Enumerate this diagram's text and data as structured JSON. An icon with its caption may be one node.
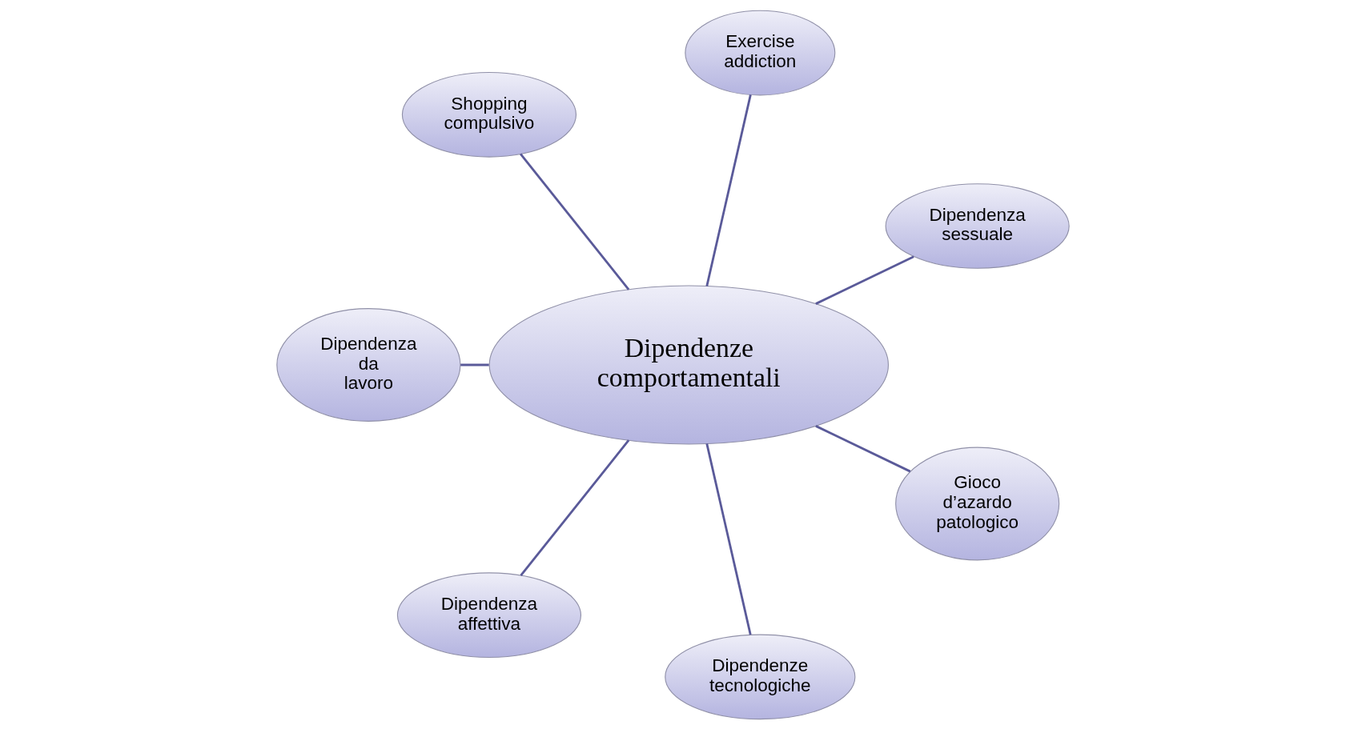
{
  "diagram": {
    "nodes": [
      {
        "text": [
          "Dipendenza sessuale"
        ]
      },
      {
        "text": [
          "Exercise addiction"
        ]
      },
      {
        "text": [
          "Shopping compulsivo"
        ]
      },
      {
        "text": [
          "Dipendenze comportamentali"
        ]
      },
      {
        "text": [
          "Dipendenza da lavoro"
        ]
      },
      {
        "text": [
          "Dipendenza affettiva"
        ]
      },
      {
        "text": [
          "Dipendenze tecnologiche"
        ]
      },
      {
        "text": [
          "Gioco d’azardo patologico"
        ]
      }
    ],
    "edges": [
      {
        "from": 3,
        "to": 0,
        "arrow": "none"
      },
      {
        "from": 3,
        "to": 1,
        "arrow": "none"
      },
      {
        "from": 3,
        "to": 2,
        "arrow": "none"
      },
      {
        "from": 3,
        "to": 4,
        "arrow": "none"
      },
      {
        "from": 3,
        "to": 5,
        "arrow": "none"
      },
      {
        "from": 3,
        "to": 6,
        "arrow": "none"
      },
      {
        "from": 3,
        "to": 7,
        "arrow": "none"
      }
    ]
  }
}
